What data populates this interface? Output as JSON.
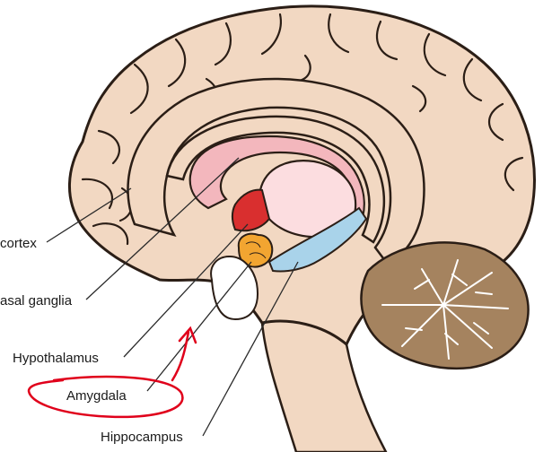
{
  "labels": {
    "cortex": "cortex",
    "basal_ganglia": "asal ganglia",
    "hypothalamus": "Hypothalamus",
    "amygdala": "Amygdala",
    "hippocampus": "Hippocampus"
  },
  "colors": {
    "brain_outer": "#f2d8c2",
    "brain_stroke": "#2b1e16",
    "limbic_pink": "#f3b7bd",
    "thalamus_pink": "#fcdde0",
    "hypothalamus_red": "#d92f2f",
    "amygdala_orange": "#f2a531",
    "hippocampus_blue": "#a9d3ea",
    "cerebellum_brown": "#a5835f",
    "annotation_red": "#e0001b"
  }
}
